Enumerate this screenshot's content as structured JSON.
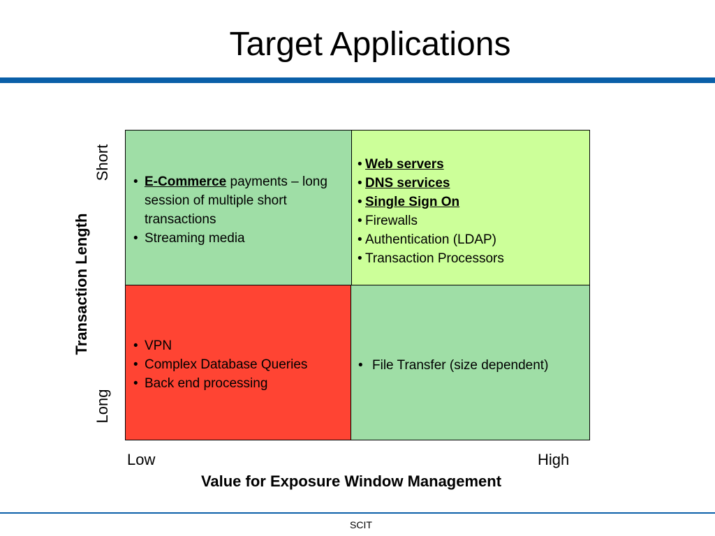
{
  "title": "Target Applications",
  "colors": {
    "accent_rule": "#0a5fa8",
    "cell_top_left": "#9fdea6",
    "cell_top_right": "#ccff99",
    "cell_bottom_left": "#ff4433",
    "cell_bottom_right": "#9fdea6"
  },
  "matrix": {
    "y_axis": {
      "title": "Transaction Length",
      "top_label": "Short",
      "bottom_label": "Long"
    },
    "x_axis": {
      "title": "Value for Exposure Window Management",
      "left_label": "Low",
      "right_label": "High"
    },
    "quadrants": {
      "top_left": {
        "item1_strong": "E-Commerce",
        "item1_rest": " payments – long session of multiple short transactions",
        "item2": "Streaming media"
      },
      "top_right": {
        "items_emphasized": [
          "Web servers",
          "DNS services",
          "Single Sign On"
        ],
        "items": [
          "Firewalls",
          "Authentication (LDAP)",
          "Transaction Processors"
        ]
      },
      "bottom_left": {
        "items": [
          "VPN",
          "Complex Database Queries",
          "Back end processing"
        ]
      },
      "bottom_right": {
        "items": [
          "File Transfer (size dependent)"
        ]
      }
    }
  },
  "footer": "SCIT"
}
